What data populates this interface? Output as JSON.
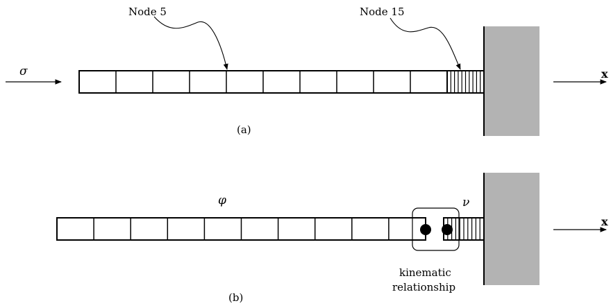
{
  "panel_a": {
    "caption": "(a)",
    "node5_label": "Node 5",
    "node15_label": "Node 15",
    "sigma": "σ",
    "axis_label": "x",
    "coarse_elements": 10,
    "fine_elements": 10
  },
  "panel_b": {
    "caption": "(b)",
    "phi": "φ",
    "nu": "ν",
    "axis_label": "x",
    "coarse_elements": 10,
    "fine_elements": 10,
    "kinematic_line1": "kinematic",
    "kinematic_line2": "relationship"
  },
  "colors": {
    "wall": "#b3b3b3",
    "stroke": "#000000"
  }
}
